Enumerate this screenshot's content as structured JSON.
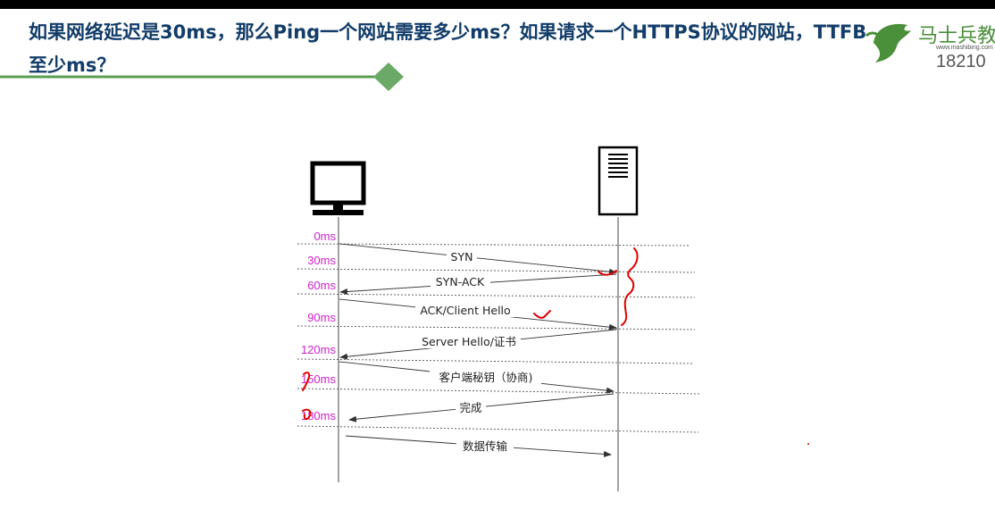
{
  "slide": {
    "title": "如果网络延迟是30ms，那么Ping一个网站需要多少ms？如果请求一个HTTPS协议的网站，TTFB至少ms？"
  },
  "logo": {
    "name": "马士兵教",
    "url": "www.mashibing.com",
    "phone": "18210"
  },
  "colors": {
    "title": "#123c69",
    "accent_line": "#5a9e52",
    "diamond": "#6aaa66",
    "time_labels": "#cc22cc",
    "ink": "#e00000"
  },
  "icons": {
    "client": "computer-monitor-icon",
    "server": "server-icon"
  },
  "timeline": {
    "times": [
      "0ms",
      "30ms",
      "60ms",
      "90ms",
      "120ms",
      "150ms",
      "180ms"
    ],
    "messages": [
      "SYN",
      "SYN-ACK",
      "ACK/Client Hello",
      "Server Hello/证书",
      "客户端秘钥（协商)",
      "完成",
      "数据传输"
    ]
  }
}
